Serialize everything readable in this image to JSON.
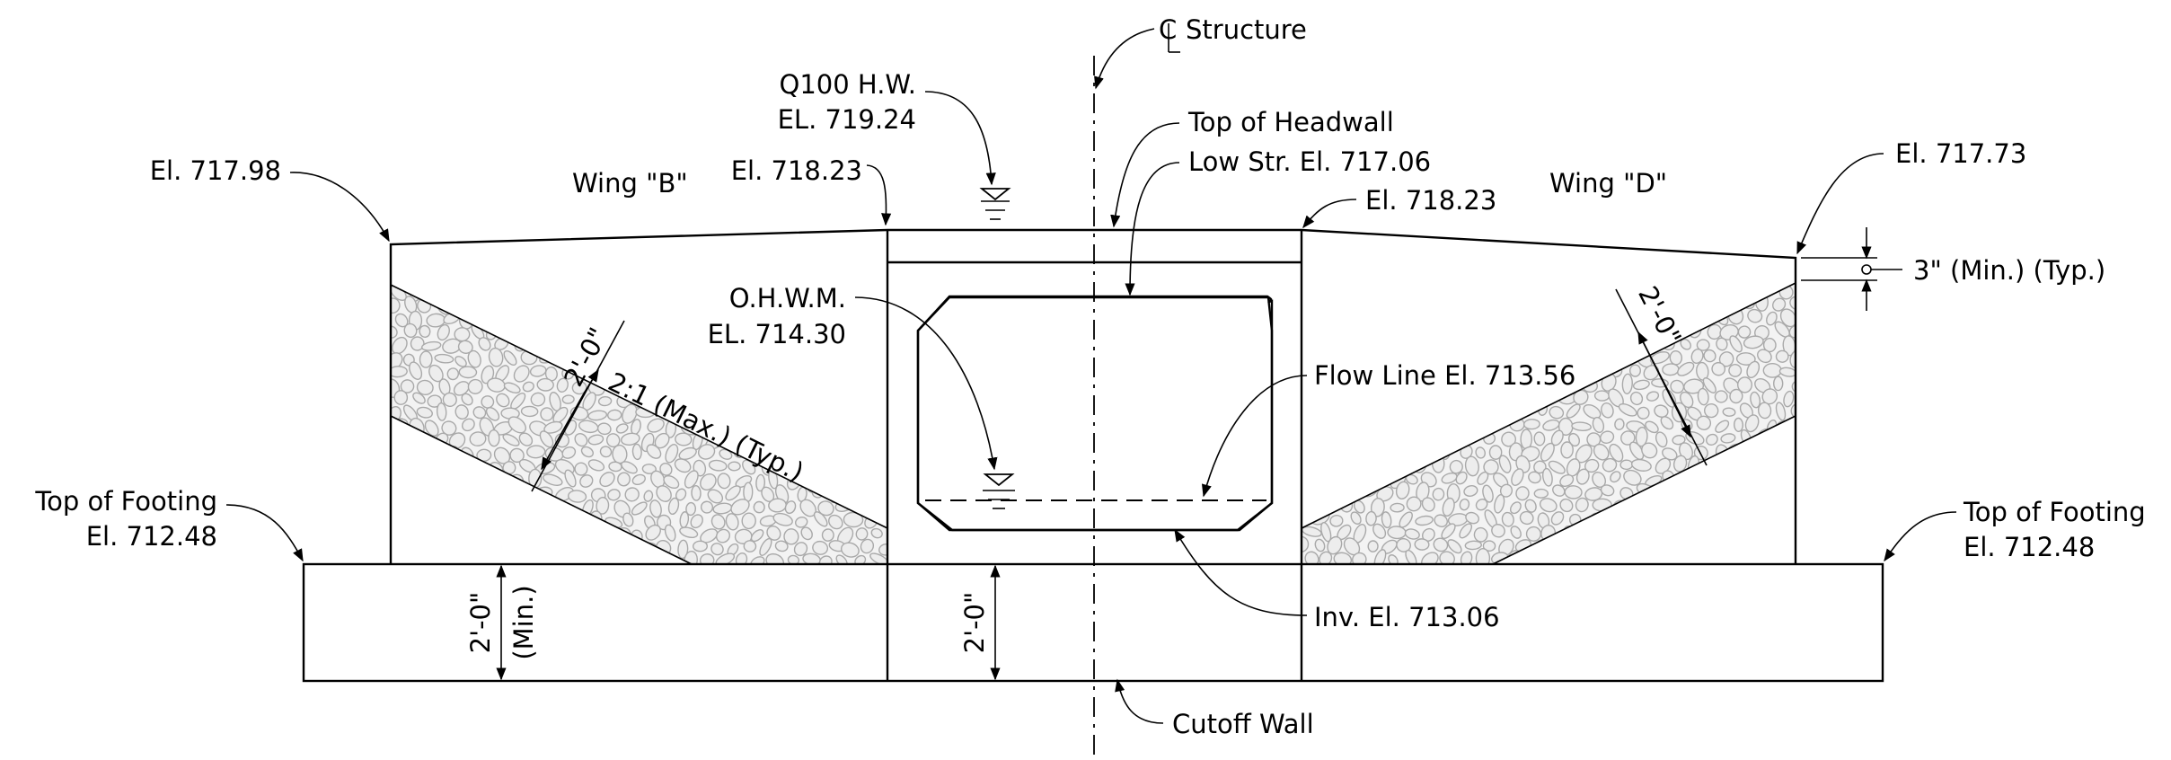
{
  "labels": {
    "centerline": "Structure",
    "q100_line1": "Q100 H.W.",
    "q100_line2": "EL. 719.24",
    "el_left_wing_top": "El. 717.98",
    "wing_b": "Wing \"B\"",
    "el_left_headwall": "El. 718.23",
    "top_of_headwall": "Top of Headwall",
    "low_str": "Low Str. El. 717.06",
    "el_right_headwall": "El. 718.23",
    "wing_d": "Wing \"D\"",
    "el_right_wing_top": "El. 717.73",
    "three_inch": "3\" (Min.) (Typ.)",
    "ohwm_line1": "O.H.W.M.",
    "ohwm_line2": "EL. 714.30",
    "two_ft_left": "2'-0\"",
    "slope": "2:1 (Max.) (Typ.)",
    "two_ft_right": "2'-0\"",
    "flow_line": "Flow Line El. 713.56",
    "tof_left_line1": "Top of Footing",
    "tof_left_line2": "El. 712.48",
    "tof_right_line1": "Top of Footing",
    "tof_right_line2": "El. 712.48",
    "footing_depth": "2'-0\"",
    "footing_min": "(Min.)",
    "cutoff_depth": "2'-0\"",
    "inv_el": "Inv. El. 713.06",
    "cutoff_wall": "Cutoff Wall"
  }
}
